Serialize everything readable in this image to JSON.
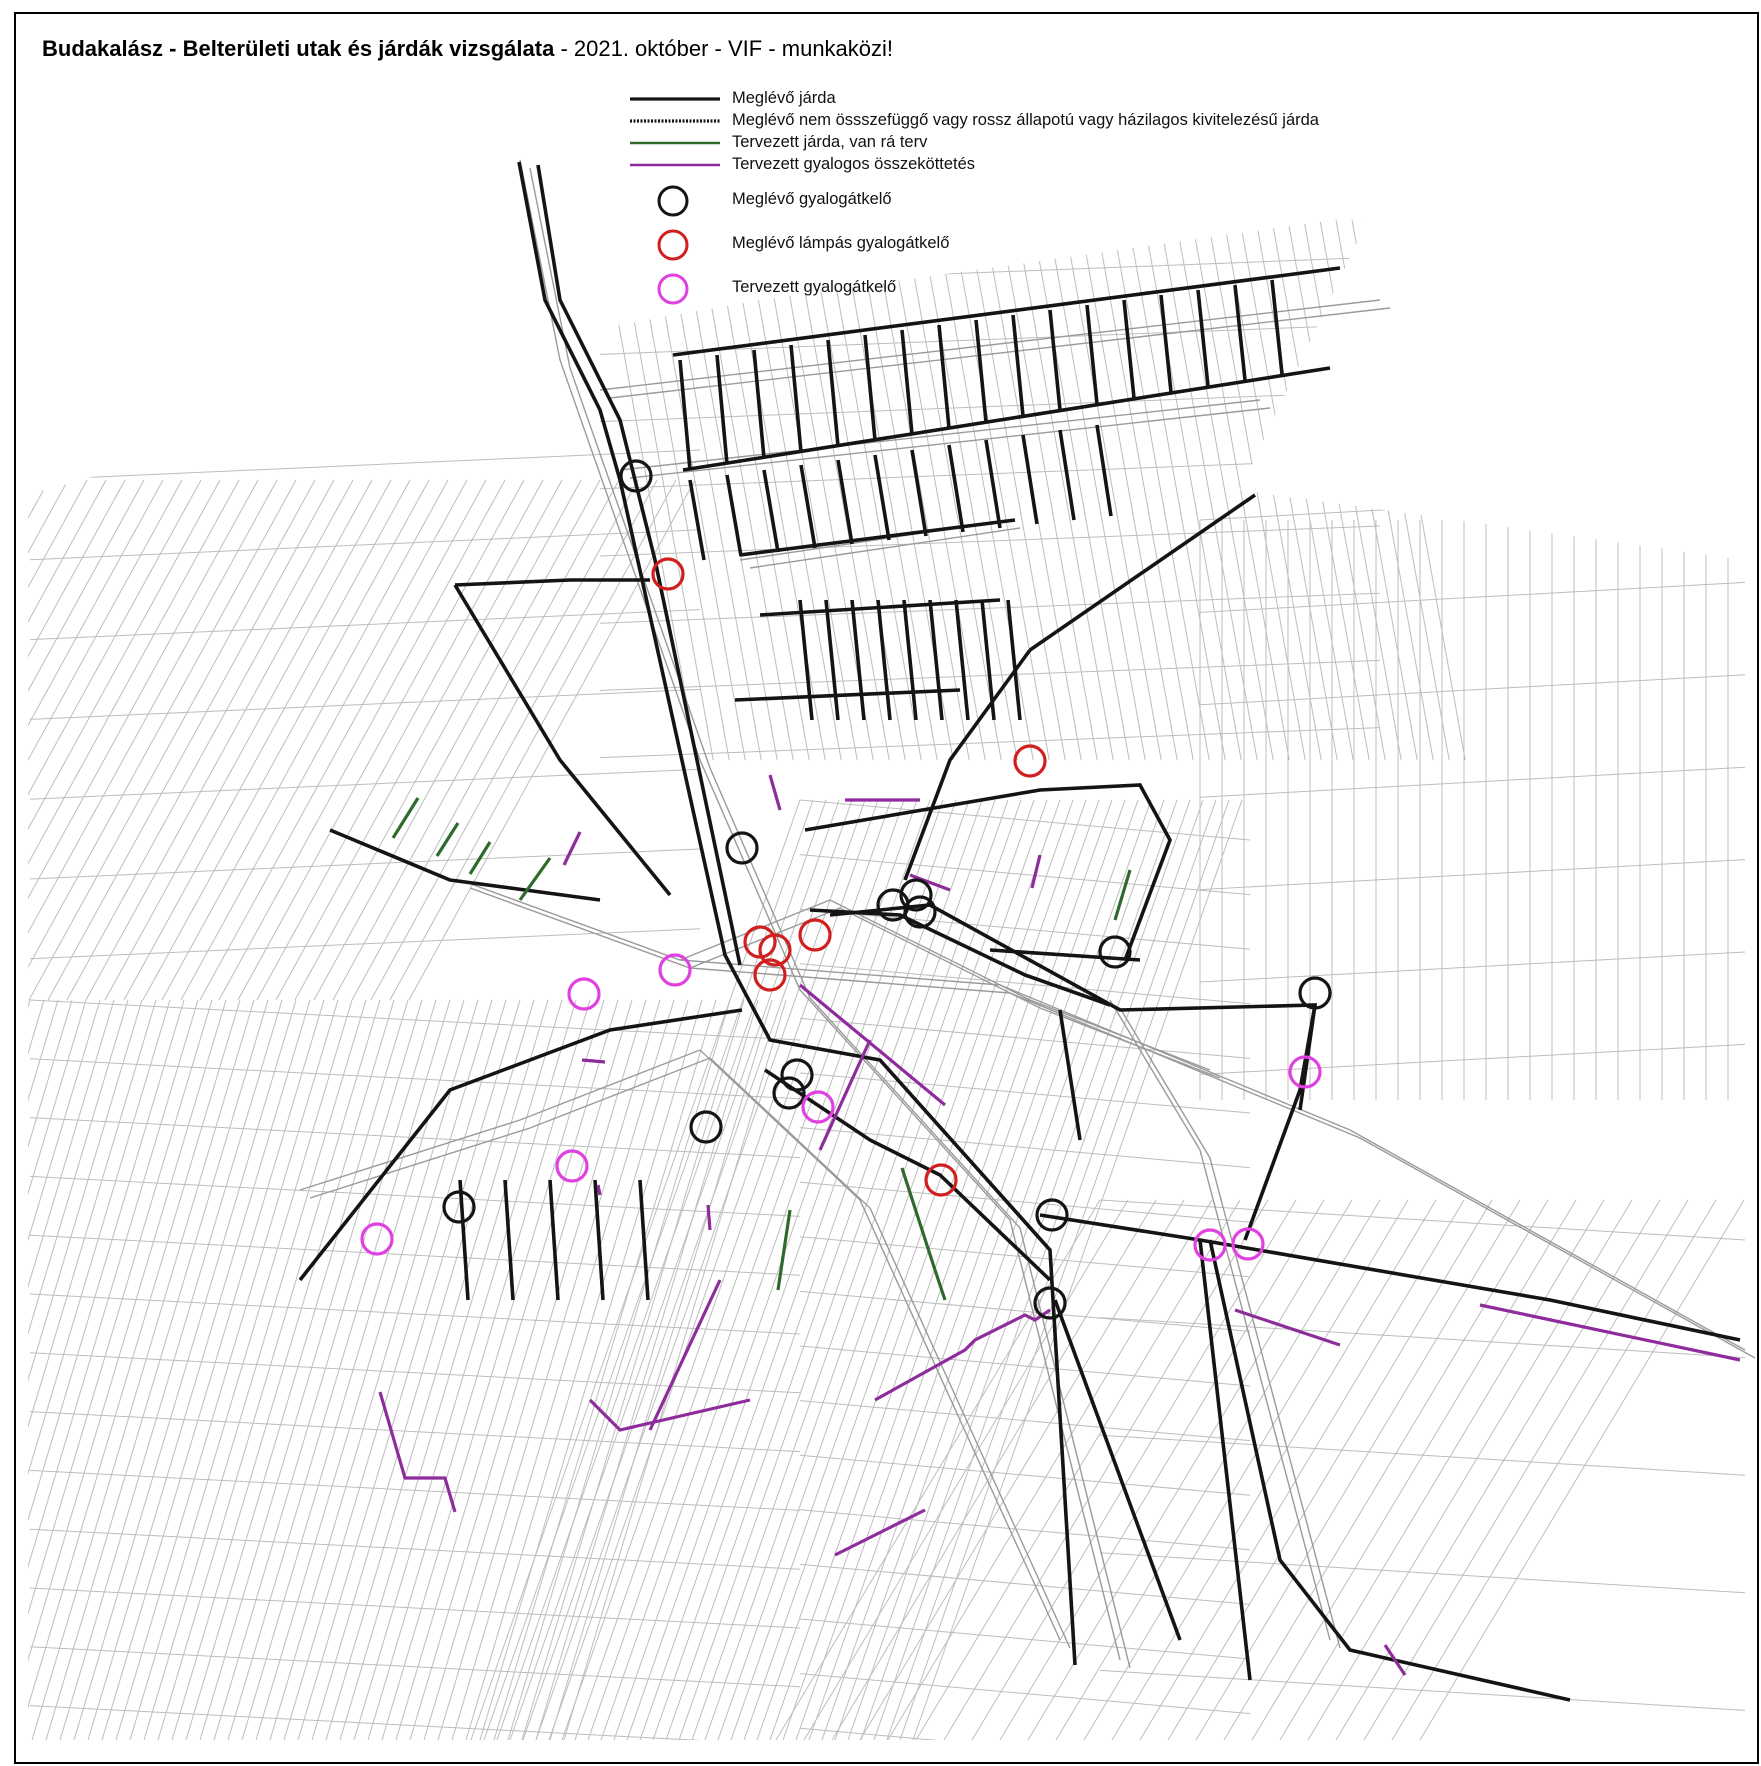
{
  "title": {
    "bold": "Budakalász - Belterületi utak és járdák vizsgálata",
    "rest": " - 2021. október - VIF - munkaközi!"
  },
  "colors": {
    "existing": "#141414",
    "planned_sidewalk": "#2e6b2a",
    "planned_connection": "#8e2c9c",
    "lamp_crossing": "#d11f1f",
    "planned_crossing": "#e040e0",
    "parcel": "#b9b9b9"
  },
  "legend": [
    {
      "symbol": "line-solid-black",
      "label": "Meglévő járda"
    },
    {
      "symbol": "line-dashed-black",
      "label": "Meglévő nem össszefüggő vagy rossz állapotú vagy házilagos kivitelezésű járda"
    },
    {
      "symbol": "line-green",
      "label": "Tervezett járda, van rá terv"
    },
    {
      "symbol": "line-purple",
      "label": "Tervezett gyalogos összeköttetés"
    },
    {
      "symbol": "circle-black",
      "label": "Meglévő gyalogátkelő"
    },
    {
      "symbol": "circle-red",
      "label": "Meglévő lámpás gyalogátkelő"
    },
    {
      "symbol": "circle-magenta",
      "label": "Tervezett gyalogátkelő"
    }
  ]
}
